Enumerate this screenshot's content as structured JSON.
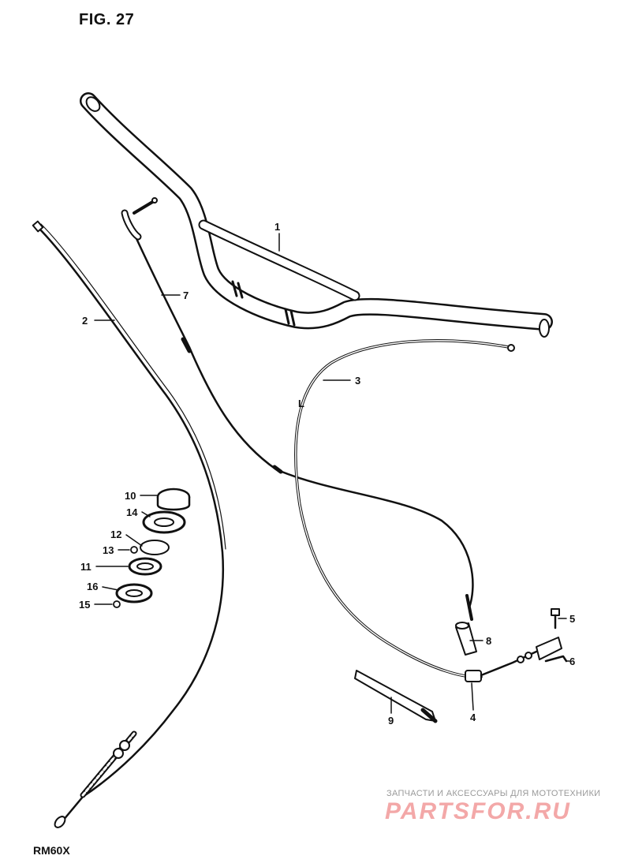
{
  "figure": {
    "title": "FIG. 27",
    "model_code": "RM60X",
    "side_mark": "L"
  },
  "callouts": [
    {
      "id": "1",
      "label": "1"
    },
    {
      "id": "2",
      "label": "2"
    },
    {
      "id": "3",
      "label": "3"
    },
    {
      "id": "4",
      "label": "4"
    },
    {
      "id": "5",
      "label": "5"
    },
    {
      "id": "6",
      "label": "6"
    },
    {
      "id": "7",
      "label": "7"
    },
    {
      "id": "8",
      "label": "8"
    },
    {
      "id": "9",
      "label": "9"
    },
    {
      "id": "10",
      "label": "10"
    },
    {
      "id": "11",
      "label": "11"
    },
    {
      "id": "12",
      "label": "12"
    },
    {
      "id": "13",
      "label": "13"
    },
    {
      "id": "14",
      "label": "14"
    },
    {
      "id": "15",
      "label": "15"
    },
    {
      "id": "16",
      "label": "16"
    }
  ],
  "watermark": {
    "text": "ЗАПЧАСТИ И АКСЕССУАРЫ ДЛЯ МОТОТЕХНИКИ",
    "logo": "PARTSFOR.RU"
  },
  "colors": {
    "line": "#111111",
    "watermark_logo": "#f3a8a8",
    "watermark_text": "#9a9a9a"
  }
}
